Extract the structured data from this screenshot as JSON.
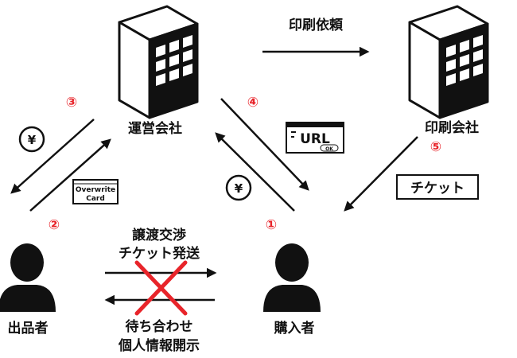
{
  "colors": {
    "ink": "#111111",
    "accent": "#e8242a",
    "background": "#ffffff"
  },
  "icons": [
    "office-building-icon",
    "person-icon",
    "yen-coin-icon",
    "url-ticket-icon",
    "overwrite-card-icon",
    "cross-mark-icon"
  ],
  "nodes": {
    "operator": "運営会社",
    "printer": "印刷会社",
    "seller": "出品者",
    "buyer": "購入者"
  },
  "labels": {
    "print_request": "印刷依頼",
    "ticket": "チケット",
    "url_card": "URL",
    "url_card_badge": "OK",
    "overwrite_card_line1": "Overwrite",
    "overwrite_card_line2": "Card",
    "yen": "¥",
    "prohibited_top_line1": "譲渡交渉",
    "prohibited_top_line2": "チケット発送",
    "prohibited_bottom_line1": "待ち合わせ",
    "prohibited_bottom_line2": "個人情報開示"
  },
  "steps": [
    "①",
    "②",
    "③",
    "④",
    "⑤"
  ]
}
